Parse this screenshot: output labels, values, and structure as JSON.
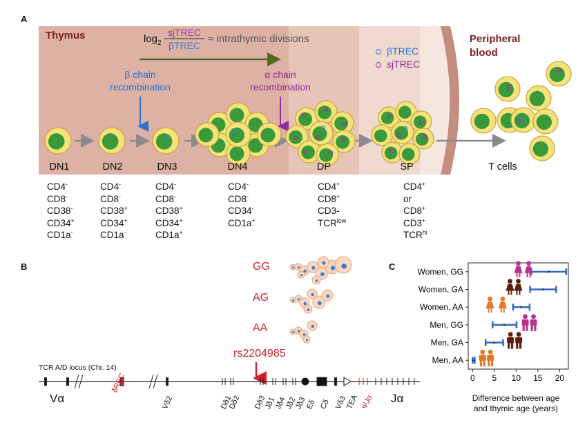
{
  "panels": {
    "a": "A",
    "b": "B",
    "c": "C"
  },
  "panel_a": {
    "thymus_label": "Thymus",
    "peripheral_label_line1": "Peripheral",
    "peripheral_label_line2": "blood",
    "formula": {
      "log": "log",
      "sub": "2",
      "numerator": "sjTREC",
      "denominator": "βTREC",
      "suffix": "≈ intrathymic divisions"
    },
    "beta_recomb_line1": "β chain",
    "beta_recomb_line2": "recombination",
    "alpha_recomb_line1": "α chain",
    "alpha_recomb_line2": "recombination",
    "legend": [
      {
        "label": "βTREC",
        "color": "#3a7fd0"
      },
      {
        "label": "sjTREC",
        "color": "#a0309a"
      }
    ],
    "stages": [
      {
        "name": "DN1",
        "markers": [
          [
            "CD4",
            "-"
          ],
          [
            "CD8",
            "-"
          ],
          [
            "CD38",
            "-"
          ],
          [
            "CD34",
            "+"
          ],
          [
            "CD1a",
            "-"
          ]
        ]
      },
      {
        "name": "DN2",
        "markers": [
          [
            "CD4",
            "-"
          ],
          [
            "CD8",
            "-"
          ],
          [
            "CD38",
            "+"
          ],
          [
            "CD34",
            "+"
          ],
          [
            "CD1a",
            "-"
          ]
        ]
      },
      {
        "name": "DN3",
        "markers": [
          [
            "CD4",
            "-"
          ],
          [
            "CD8",
            "-"
          ],
          [
            "CD38",
            "+"
          ],
          [
            "CD34",
            "+"
          ],
          [
            "CD1a",
            "+"
          ]
        ]
      },
      {
        "name": "DN4",
        "markers": [
          [
            "CD4",
            "-"
          ],
          [
            "CD8",
            "-"
          ],
          [
            "CD34",
            "-"
          ],
          [
            "CD1a",
            "+"
          ]
        ]
      },
      {
        "name": "DP",
        "markers": [
          [
            "CD4",
            "+"
          ],
          [
            "CD8",
            "+"
          ],
          [
            "CD3-",
            ""
          ],
          [
            "TCR",
            "low"
          ]
        ]
      },
      {
        "name": "SP",
        "markers": [
          [
            "CD4",
            "+"
          ],
          [
            "or",
            ""
          ],
          [
            "CD8",
            "+"
          ],
          [
            "CD3",
            "+"
          ],
          [
            "TCR",
            "hi"
          ]
        ]
      }
    ],
    "tcells_label": "T cells",
    "colors": {
      "thymus_bg": "#dcb0a2",
      "cortex_text": "#7a1f1f",
      "beta": "#3a7fd0",
      "alpha": "#9b35a6",
      "arrow_green": "#4e6b22"
    }
  },
  "panel_b": {
    "genotypes": [
      "GG",
      "AG",
      "AA"
    ],
    "snp": "rs2204985",
    "locus_title": "TCR A/D locus (Chr. 14)",
    "segments": {
      "va": "Vα",
      "drec": "δREC",
      "vd2": "Vδ2",
      "dd1": "Dδ1",
      "dd2": "Dδ2",
      "dd3": "Dδ3",
      "jd1": "Jδ1",
      "jd4": "Jδ4",
      "jd2": "Jδ2",
      "jd3": "Jδ3",
      "ed": "Eδ",
      "cd": "Cδ",
      "vd3": "Vδ3",
      "tea": "TEA",
      "psija": "ΨJα",
      "ja": "Jα"
    },
    "colors": {
      "genotype": "#d0202a"
    }
  },
  "chart_data": {
    "type": "scatter",
    "categories": [
      "Women, GG",
      "Women, GA",
      "Women, AA",
      "Men, GG",
      "Men, GA",
      "Men, AA"
    ],
    "x_ticks": [
      "0",
      "5",
      "10",
      "15",
      "20"
    ],
    "xlim": [
      -1,
      22
    ],
    "xlabel_line1": "Difference between age",
    "xlabel_line2": "and thymic age (years)",
    "intervals": [
      {
        "low": 13.5,
        "mid": 17.5,
        "high": 21.5
      },
      {
        "low": 13.2,
        "mid": 16.2,
        "high": 19.2
      },
      {
        "low": 9.3,
        "mid": 11.1,
        "high": 13.1
      },
      {
        "low": 4.6,
        "mid": 7.3,
        "high": 10.1
      },
      {
        "low": 3.0,
        "mid": 5.0,
        "high": 7.0
      },
      {
        "low": 0.0,
        "mid": 0.2,
        "high": 0.5
      }
    ],
    "icon_positions": [
      [
        10.5,
        12.9
      ],
      [
        8.6,
        10.5
      ],
      [
        4.0,
        6.9
      ],
      [
        12.1,
        14.0
      ],
      [
        8.7,
        10.6
      ],
      [
        2.3,
        4.1
      ]
    ],
    "icon_kinds": [
      "woman",
      "woman",
      "woman",
      "man",
      "man",
      "man"
    ],
    "icon_colors": [
      "#b8328e",
      "#5c1f0e",
      "#e07b29",
      "#b8328e",
      "#5c1f0e",
      "#e07b29"
    ],
    "interval_color": "#2f67c0"
  }
}
